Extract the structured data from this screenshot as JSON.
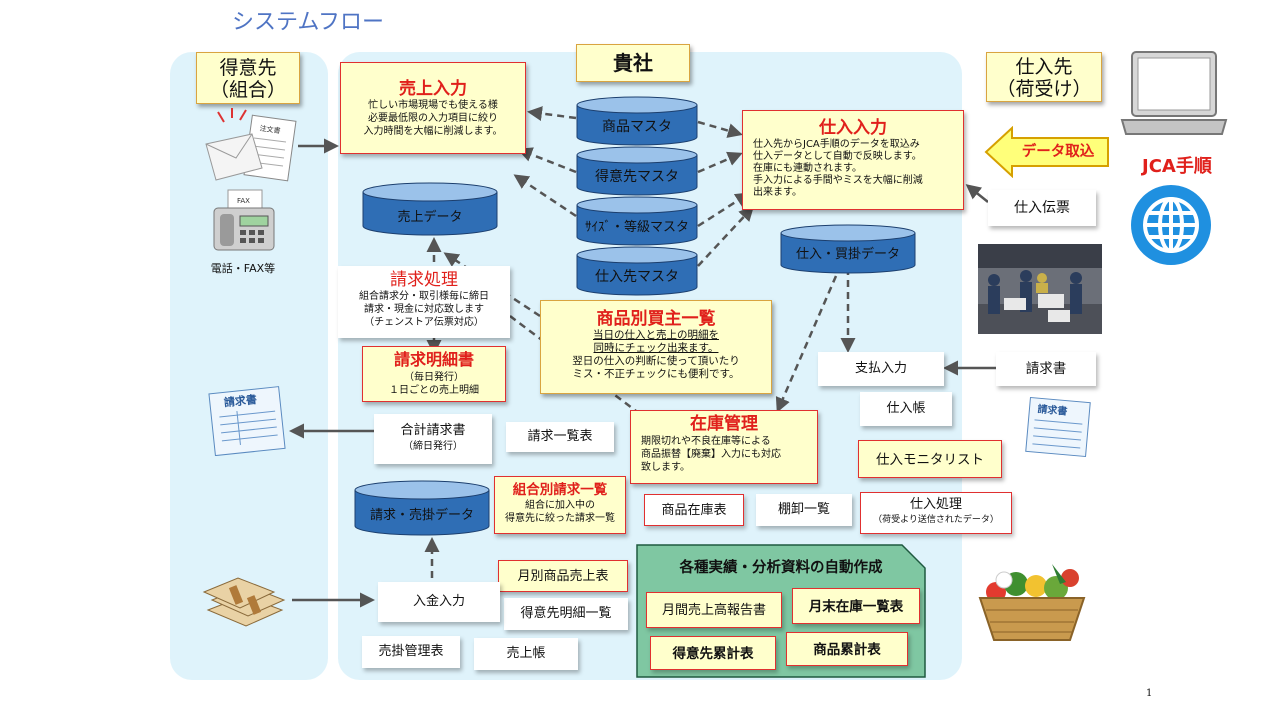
{
  "page_title": "システムフロー",
  "page_number": "1",
  "lanes": {
    "customer_title": "得意先",
    "customer_sub": "（組合）",
    "company_title": "貴社",
    "supplier_title": "仕入先",
    "supplier_sub": "（荷受け）"
  },
  "customer_side": {
    "phone_fax_label": "電話・FAX等",
    "order_doc_label": "注文書",
    "invoice_doc_label": "請求書"
  },
  "databases": {
    "product_master": "商品マスタ",
    "customer_master": "得意先マスタ",
    "size_grade_master": "ｻｲｽﾞ・等級マスタ",
    "supplier_master": "仕入先マスタ",
    "sales_data": "売上データ",
    "purchase_data": "仕入・買掛データ",
    "billing_data": "請求・売掛データ"
  },
  "sales_entry": {
    "title": "売上入力",
    "lines": [
      "忙しい市場現場でも使える様",
      "必要最低限の入力項目に絞り",
      "入力時間を大幅に削減します。"
    ]
  },
  "purchase_entry": {
    "title": "仕入入力",
    "lines": [
      "仕入先からJCA手順のデータを取込み",
      "仕入データとして自動で反映します。",
      "在庫にも連動されます。",
      "手入力による手間やミスを大幅に削減",
      "出来ます。"
    ]
  },
  "billing_process": {
    "title": "請求処理",
    "lines": [
      "組合請求分・取引様毎に締日",
      "請求・現金に対応致します",
      "（チェンストア伝票対応）"
    ]
  },
  "billing_detail": {
    "title": "請求明細書",
    "lines": [
      "（毎日発行）",
      "１日ごとの売上明細"
    ]
  },
  "product_trade_list": {
    "title": "商品別買主一覧",
    "line1": "当日の仕入と売上の明細を",
    "line2": "同時にチェック出来ます。",
    "line3": "翌日の仕入の判断に使って頂いたり",
    "line4": "ミス・不正チェックにも便利です。"
  },
  "inventory": {
    "title": "在庫管理",
    "lines": [
      "期限切れや不良在庫等による",
      "商品振替【廃棄】入力にも対応",
      "致します。"
    ]
  },
  "total_invoice": {
    "title": "合計請求書",
    "sub": "（締日発行）"
  },
  "invoice_list": "請求一覧表",
  "union_invoice": {
    "title": "組合別請求一覧",
    "lines": [
      "組合に加入中の",
      "得意先に絞った請求一覧"
    ]
  },
  "monthly_sales": "月別商品売上表",
  "customer_detail": "得意先明細一覧",
  "deposit_entry": "入金入力",
  "ar_table": "売掛管理表",
  "sales_ledger": "売上帳",
  "stock_table": "商品在庫表",
  "stocktake_list": "棚卸一覧",
  "purchase_process": {
    "title": "仕入処理",
    "sub": "（荷受より送信されたデータ）"
  },
  "purchase_monitor": "仕入モニタリスト",
  "purchase_book": "仕入帳",
  "payment_entry": "支払入力",
  "supplier_invoice": "請求書",
  "purchase_slip": "仕入伝票",
  "data_import": "データ取込",
  "jca_label": "JCA手順",
  "auto_reports": {
    "title": "各種実績・分析資料の自動作成",
    "items": [
      "月間売上高報告書",
      "月末在庫一覧表",
      "得意先累計表",
      "商品累計表"
    ]
  },
  "colors": {
    "lane_bg": "#dff3fb",
    "note_bg": "#ffffcc",
    "red_text": "#e0201b",
    "db_fill": "#2f6eb5",
    "report_panel": "#7fc7a2",
    "arrow_gray": "#555555",
    "page_title": "#4f74c4",
    "jca_globe": "#1f90e0"
  }
}
